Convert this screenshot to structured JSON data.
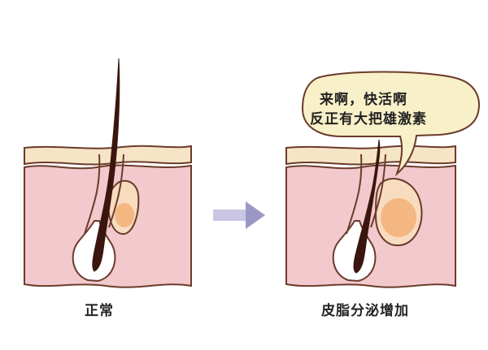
{
  "panels": {
    "left": {
      "caption": "正常"
    },
    "right": {
      "caption": "皮脂分泌增加",
      "speech_bubble": {
        "line1": "来啊，快活啊",
        "line2": "反正有大把雄激素"
      }
    }
  },
  "colors": {
    "skin_surface": "#f6e4c6",
    "dermis": "#f2c9cd",
    "outline": "#6b3b2a",
    "hair": "#3a160f",
    "sebaceous_gland": "#f3b37a",
    "bubble_fill": "#f8f0c8",
    "arrow": "#9b97c6"
  },
  "icons": {
    "arrow": "right-arrow-icon"
  }
}
